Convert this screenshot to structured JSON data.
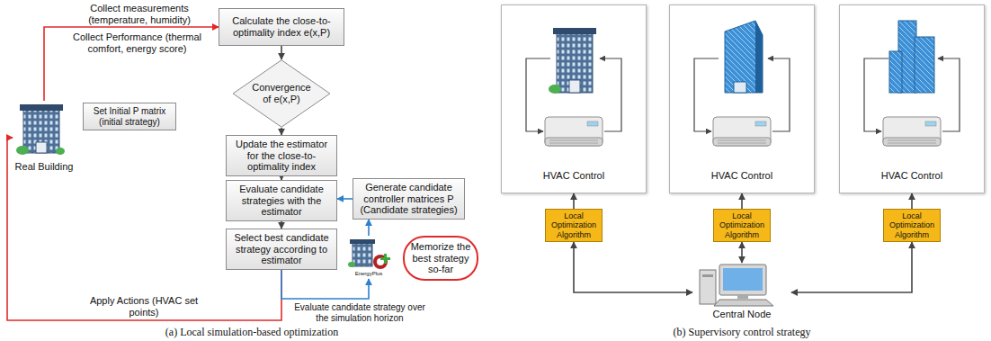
{
  "diagram": {
    "nodes": [
      {
        "text": [
          "Calculate the close-to-optimality index e(x,P)"
        ]
      },
      {
        "text": [
          "Convergence of e(x,P)"
        ]
      },
      {
        "text": [
          "Update the estimator for the close-to-optimality index"
        ]
      },
      {
        "text": [
          "Evaluate candidate strategies with the estimator"
        ]
      },
      {
        "text": [
          "Generate candidate controller matrices P (Candidate strategies)"
        ]
      },
      {
        "text": [
          "Select best candidate strategy according to estimator"
        ]
      },
      {
        "text": [
          "Set Initial P matrix (initial strategy)"
        ]
      },
      {
        "text": [
          "Real Building"
        ]
      },
      {
        "text": [
          "Memorize the best strategy so-far"
        ]
      },
      {
        "text": [
          "EnergyPlus"
        ]
      },
      {
        "text": [
          "HVAC Control"
        ]
      },
      {
        "text": [
          "HVAC Control"
        ]
      },
      {
        "text": [
          "HVAC Control"
        ]
      },
      {
        "text": [
          "Local Optimization Algorithm"
        ]
      },
      {
        "text": [
          "Local Optimization Algorithm"
        ]
      },
      {
        "text": [
          "Local Optimization Algorithm"
        ]
      },
      {
        "text": [
          "Central Node"
        ]
      }
    ],
    "edges": [
      {
        "from": 7,
        "to": 0,
        "arrow": "to"
      },
      {
        "from": 0,
        "to": 1,
        "arrow": "to"
      },
      {
        "from": 1,
        "to": 2,
        "arrow": "to"
      },
      {
        "from": 2,
        "to": 3,
        "arrow": "to"
      },
      {
        "from": 3,
        "to": 5,
        "arrow": "to"
      },
      {
        "from": 5,
        "to": 7,
        "arrow": "to"
      },
      {
        "from": 5,
        "to": 9,
        "arrow": "to"
      },
      {
        "from": 9,
        "to": 4,
        "arrow": "to"
      },
      {
        "from": 4,
        "to": 3,
        "arrow": "to"
      },
      {
        "from": 13,
        "to": 10,
        "arrow": "to"
      },
      {
        "from": 14,
        "to": 11,
        "arrow": "to"
      },
      {
        "from": 15,
        "to": 12,
        "arrow": "to"
      },
      {
        "from": 16,
        "to": 13,
        "arrow": "both"
      },
      {
        "from": 16,
        "to": 14,
        "arrow": "both"
      },
      {
        "from": 16,
        "to": 15,
        "arrow": "both"
      }
    ],
    "labels": [
      "Collect measurements (temperature, humidity)",
      "Collect Performance (thermal comfort, energy score)",
      "Apply Actions (HVAC set points)",
      "Evaluate candidate strategy over the simulation horizon",
      "(a) Local simulation-based optimization",
      "(b) Supervisory control strategy"
    ]
  }
}
